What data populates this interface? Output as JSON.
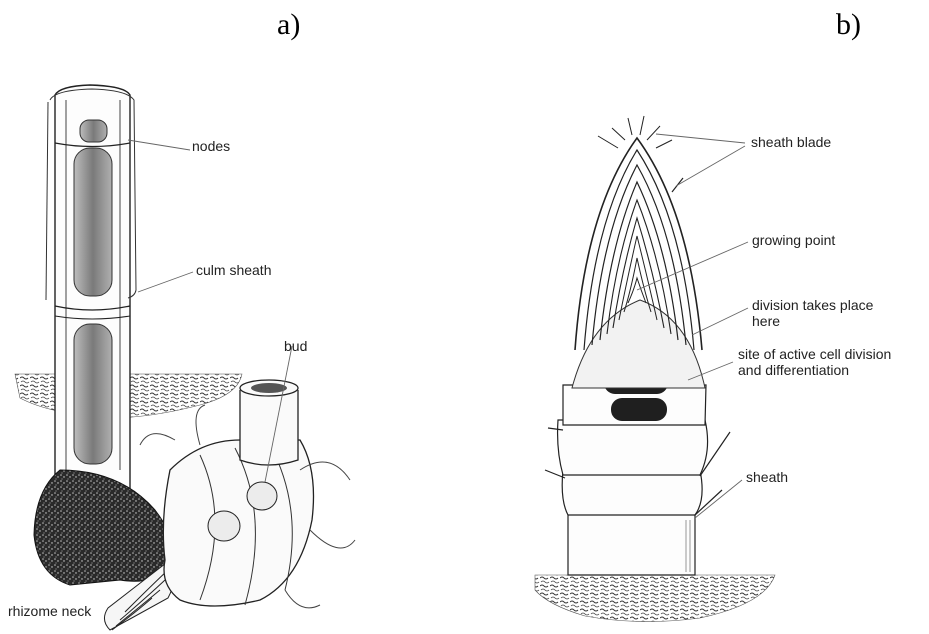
{
  "panels": {
    "a": {
      "letter": "a)",
      "labels": {
        "nodes": "nodes",
        "culm_sheath": "culm sheath",
        "bud": "bud",
        "rhizome_neck": "rhizome neck"
      }
    },
    "b": {
      "letter": "b)",
      "labels": {
        "sheath_blade": "sheath blade",
        "growing_point": "growing point",
        "division_line1": "division takes place",
        "division_line2": "here",
        "active_line1": "site of active cell division",
        "active_line2": "and differentiation",
        "sheath": "sheath"
      }
    }
  }
}
